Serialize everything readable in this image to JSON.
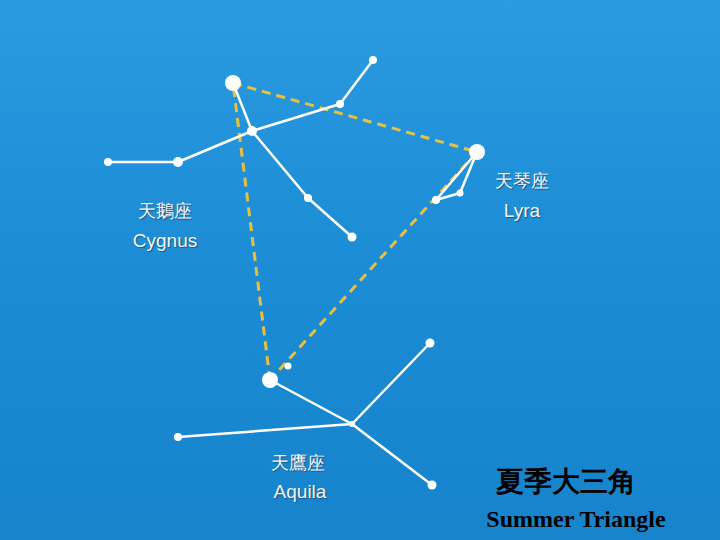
{
  "diagram": {
    "labels": [
      "天鵝座",
      "Cygnus",
      "天琴座",
      "Lyra",
      "天鷹座",
      "Aquila",
      "夏季大三角",
      "Summer Triangle"
    ]
  }
}
